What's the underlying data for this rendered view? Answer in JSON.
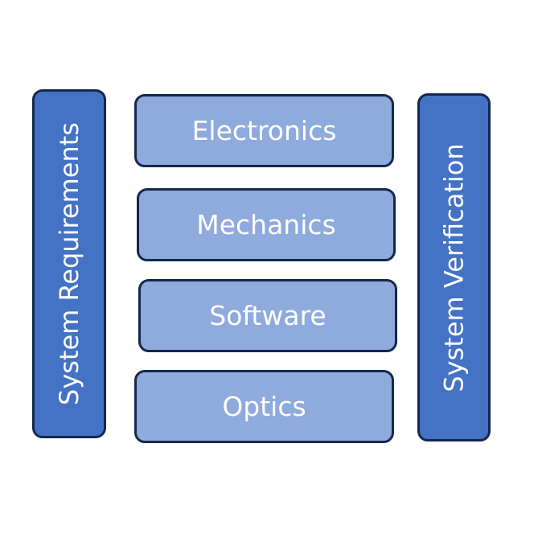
{
  "diagram": {
    "left_bar": {
      "label": "System Requirements"
    },
    "right_bar": {
      "label": "System Verification"
    },
    "layers": [
      {
        "label": "Electronics"
      },
      {
        "label": "Mechanics"
      },
      {
        "label": "Software"
      },
      {
        "label": "Optics"
      }
    ]
  },
  "colors": {
    "side_fill": "#4472c4",
    "layer_fill": "#8faadc",
    "border": "#14284b",
    "text": "#ffffff",
    "background": "#ffffff"
  }
}
